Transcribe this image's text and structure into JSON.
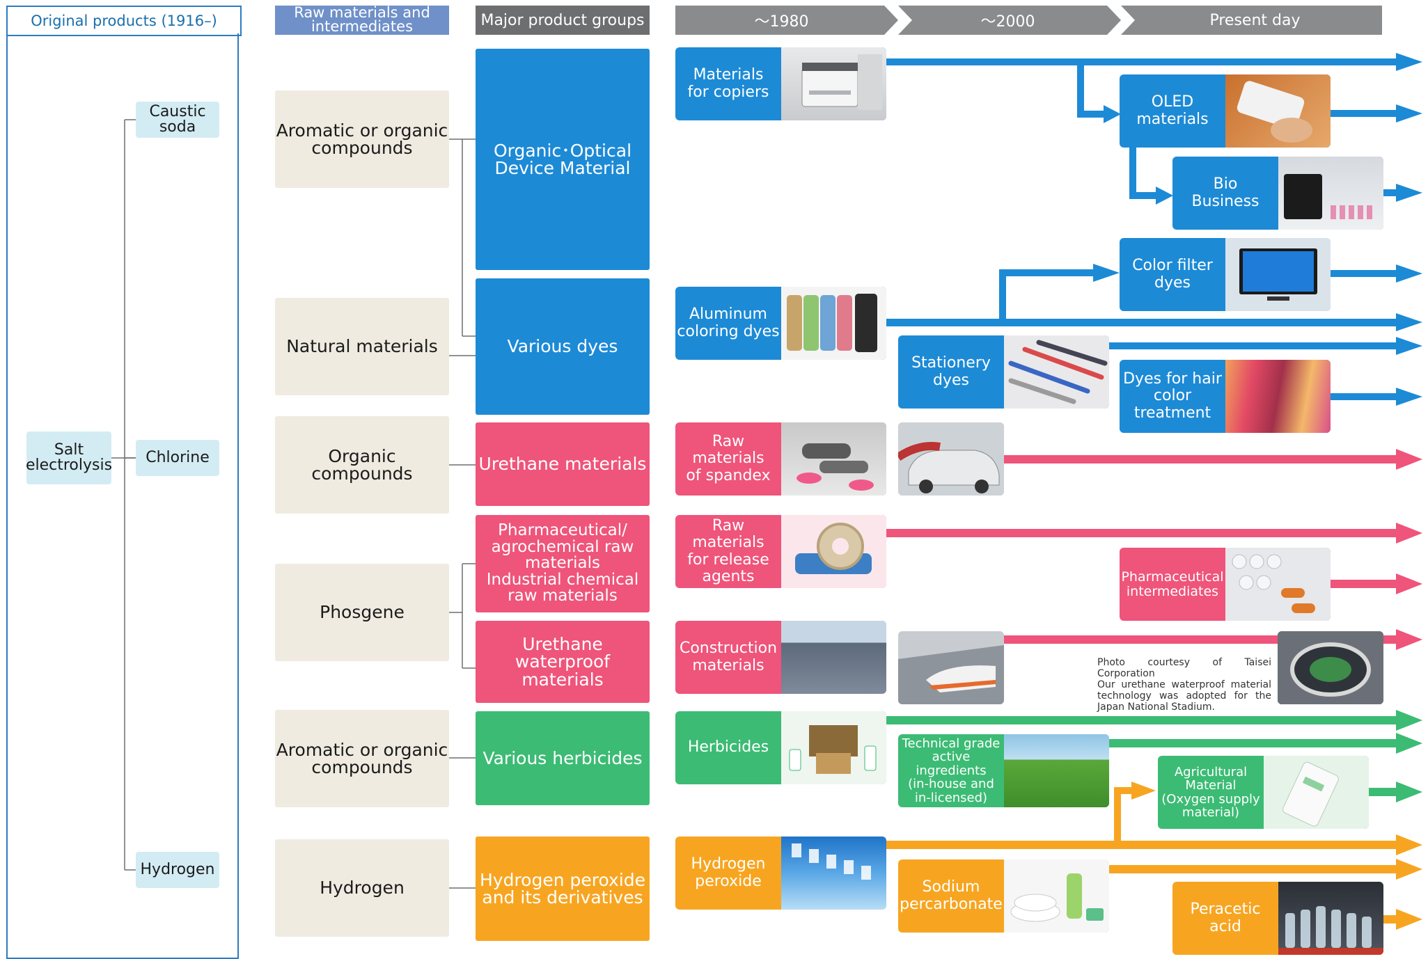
{
  "headers": {
    "original_products": "Original products (1916–)",
    "raw_materials": "Raw materials and\nintermediates",
    "major_groups": "Major product groups",
    "eras": [
      "～1980",
      "～2000",
      "Present day"
    ]
  },
  "original": {
    "root": "Salt\nelectrolysis",
    "branches": [
      "Caustic\nsoda",
      "Chlorine",
      "Hydrogen"
    ]
  },
  "raw_materials": [
    "Aromatic or organic\ncompounds",
    "Natural materials",
    "Organic compounds",
    "Phosgene",
    "Aromatic or organic\ncompounds",
    "Hydrogen"
  ],
  "product_groups": [
    "Organic･Optical\nDevice Material",
    "Various dyes",
    "Urethane materials",
    "Pharmaceutical/\nagrochemical raw\nmaterials\nIndustrial chemical\nraw materials",
    "Urethane waterproof\nmaterials",
    "Various herbicides",
    "Hydrogen peroxide\nand its derivatives"
  ],
  "products": [
    "Materials\nfor copiers",
    "OLED\nmaterials",
    "Bio\nBusiness",
    "Color filter\ndyes",
    "Aluminum\ncoloring dyes",
    "Stationery\ndyes",
    "Dyes for hair\ncolor\ntreatment",
    "Raw materials\nof spandex",
    "Raw materials\nfor release\nagents",
    "Pharmaceutical\nintermediates",
    "Construction\nmaterials",
    "Herbicides",
    "Technical grade\nactive\ningredients\n(in-house and\nin-licensed)",
    "Agricultural\nMaterial\n(Oxygen supply\nmaterial)",
    "Hydrogen\nperoxide",
    "Sodium\npercarbonate",
    "Peracetic\nacid"
  ],
  "photo_note": "Photo courtesy of Taisei Corporation\nOur urethane waterproof material technology was adopted for the Japan National Stadium.",
  "photo_images": {
    "copier": "office copier",
    "oled": "smartphone",
    "bio": "lab kit",
    "tv": "TV screen",
    "phones": "colored phones",
    "pens": "pens",
    "hair": "colored hair",
    "runner": "runner legs",
    "cars": "cars",
    "tape": "tape dispenser",
    "pills": "tablets",
    "roof": "rooftop",
    "train": "train",
    "stadium": "stadium",
    "herbicide": "herbicide products",
    "field": "green field",
    "bag": "oxygen bag",
    "sky": "blue sky",
    "dishes": "dishes",
    "bottles": "bottles"
  },
  "colors": {
    "blue": "#1d8ad6",
    "pink": "#ef547a",
    "green": "#3cbb74",
    "orange": "#f7a521",
    "header_gray": "#8a8b8d",
    "raw_bg": "#efebe0",
    "light_blue": "#d3ecf3"
  }
}
